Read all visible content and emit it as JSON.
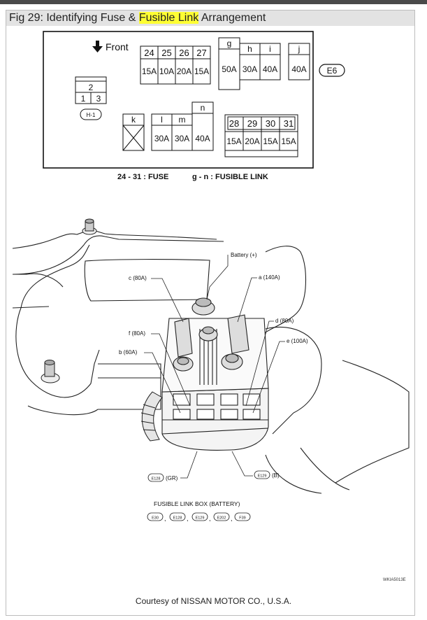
{
  "title": {
    "prefix": "Fig 29: Identifying Fuse & ",
    "highlight": "Fusible Link",
    "suffix": " Arrangement"
  },
  "fuse_box": {
    "front_label": "Front",
    "fuse_numbers": [
      "24",
      "25",
      "26",
      "27"
    ],
    "fuse_ratings": [
      "15A",
      "10A",
      "20A",
      "15A"
    ],
    "link_g_letter": "g",
    "link_g_rating": "50A",
    "link_hi_letters": [
      "h",
      "i"
    ],
    "link_hi_ratings": [
      "30A",
      "40A"
    ],
    "link_j_letter": "j",
    "link_j_rating": "40A",
    "connector_e6": "E6",
    "relay_top": "2",
    "relay_bottom": [
      "1",
      "3"
    ],
    "connector_h1": "H-1",
    "link_k_letter": "k",
    "link_lm_letters": [
      "l",
      "m"
    ],
    "link_lm_ratings": [
      "30A",
      "30A"
    ],
    "link_n_letter": "n",
    "link_n_rating": "40A",
    "fuse_numbers_2": [
      "28",
      "29",
      "30",
      "31"
    ],
    "fuse_ratings_2": [
      "15A",
      "20A",
      "15A",
      "15A"
    ],
    "legend_fuse": "24 - 31 : FUSE",
    "legend_link": "g - n : FUSIBLE LINK"
  },
  "battery_drawing": {
    "battery_label": "Battery (+)",
    "callouts": {
      "c": "c (80A)",
      "a": "a (140A)",
      "d": "d (80A)",
      "e": "e (100A)",
      "f": "f (80A)",
      "b": "b (60A)"
    },
    "connector_e128": "E128",
    "connector_e128_suffix": "(GR)",
    "connector_e129": "E129",
    "connector_e129_suffix": "(B)",
    "caption": "FUSIBLE LINK BOX (BATTERY)",
    "connectors": [
      "E30",
      "E128",
      "E129",
      "E202",
      "F39"
    ],
    "separator": ","
  },
  "watermark": "WKIA5013E",
  "courtesy": "Courtesy of NISSAN MOTOR CO., U.S.A."
}
